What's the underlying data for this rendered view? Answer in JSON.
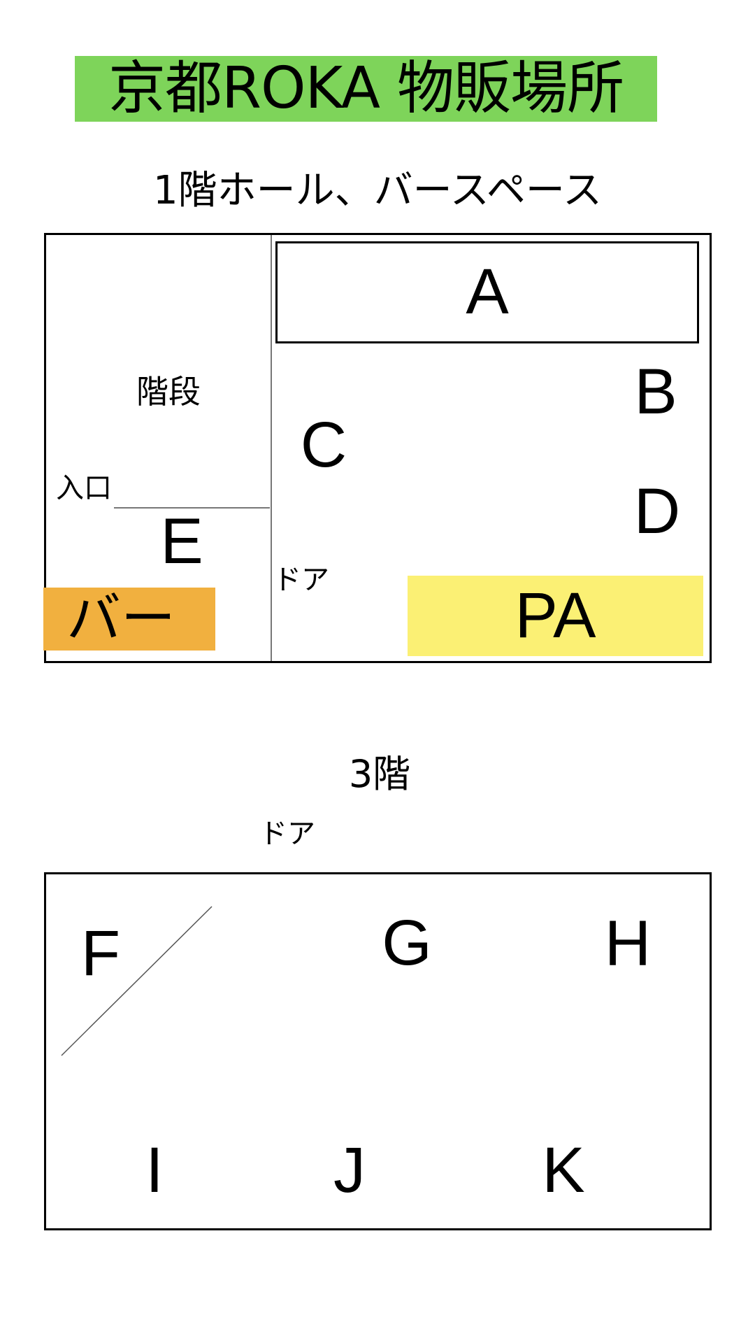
{
  "header": {
    "title": "京都ROKA 物販場所",
    "title_bg_color": "#7ED45A"
  },
  "floor1": {
    "title": "1階ホール、バースペース",
    "labels": {
      "stairs": "階段",
      "entrance": "入口",
      "door": "ドア"
    },
    "spots": {
      "A": "A",
      "B": "B",
      "C": "C",
      "D": "D",
      "E": "E"
    },
    "bar": {
      "label": "バー",
      "color": "#F1B03F"
    },
    "pa": {
      "label": "PA",
      "color": "#FBF074"
    }
  },
  "floor3": {
    "title": "3階",
    "labels": {
      "door": "ドア"
    },
    "spots": {
      "F": "F",
      "G": "G",
      "H": "H",
      "I": "I",
      "J": "J",
      "K": "K"
    }
  }
}
